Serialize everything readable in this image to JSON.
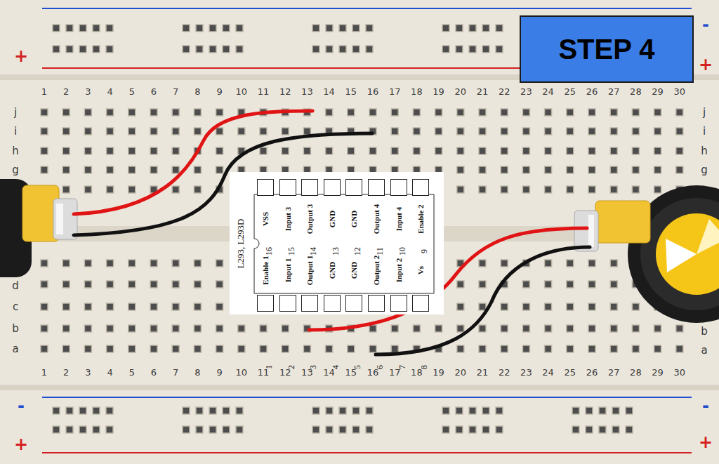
{
  "diagram": {
    "nodes": [
      {
        "text": [
          "STEP 4"
        ]
      },
      {
        "text": [
          "L293, L293D"
        ]
      },
      {
        "text": [
          "16"
        ],
        "in": 1
      },
      {
        "text": [
          "15"
        ],
        "in": 1
      },
      {
        "text": [
          "14"
        ],
        "in": 1
      },
      {
        "text": [
          "13"
        ],
        "in": 1
      },
      {
        "text": [
          "12"
        ],
        "in": 1
      },
      {
        "text": [
          "11"
        ],
        "in": 1
      },
      {
        "text": [
          "10"
        ],
        "in": 1
      },
      {
        "text": [
          "9"
        ],
        "in": 1
      },
      {
        "text": [
          "1"
        ],
        "in": 1
      },
      {
        "text": [
          "2"
        ],
        "in": 1
      },
      {
        "text": [
          "3"
        ],
        "in": 1
      },
      {
        "text": [
          "4"
        ],
        "in": 1
      },
      {
        "text": [
          "5"
        ],
        "in": 1
      },
      {
        "text": [
          "6"
        ],
        "in": 1
      },
      {
        "text": [
          "7"
        ],
        "in": 1
      },
      {
        "text": [
          "8"
        ],
        "in": 1
      }
    ],
    "labels": [
      "1",
      "2",
      "3",
      "4",
      "5",
      "6",
      "7",
      "8",
      "9",
      "10",
      "11",
      "12",
      "13",
      "14",
      "15",
      "16",
      "17",
      "18",
      "19",
      "20",
      "21",
      "22",
      "23",
      "24",
      "25",
      "26",
      "27",
      "28",
      "29",
      "30",
      "1",
      "2",
      "3",
      "4",
      "5",
      "6",
      "7",
      "8",
      "9",
      "10",
      "11",
      "12",
      "13",
      "14",
      "15",
      "16",
      "17",
      "18",
      "19",
      "20",
      "21",
      "22",
      "23",
      "24",
      "25",
      "26",
      "27",
      "28",
      "29",
      "30",
      "j",
      "i",
      "h",
      "g",
      "d",
      "c",
      "b",
      "a",
      "j",
      "i",
      "h",
      "g",
      "b",
      "a",
      "+",
      "-",
      "+",
      "-",
      "+",
      "-",
      "+",
      "VSS",
      "Input 3",
      "Output 3",
      "GND",
      "GND",
      "Output 4",
      "Input 4",
      "Enable 2",
      "Enable 1",
      "Input 1",
      "Output 1",
      "GND",
      "GND",
      "Output 2",
      "Input 2",
      "Vs"
    ]
  }
}
